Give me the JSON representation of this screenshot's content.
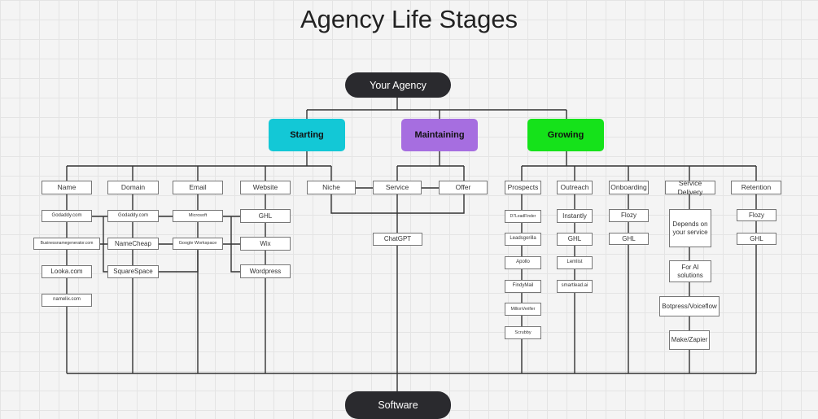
{
  "title": "Agency Life Stages",
  "root": "Your Agency",
  "bottom": "Software",
  "stages": {
    "starting": {
      "label": "Starting",
      "color": "#13c8d6"
    },
    "maintaining": {
      "label": "Maintaining",
      "color": "#a66ee0"
    },
    "growing": {
      "label": "Growing",
      "color": "#15e21a"
    }
  },
  "nodes": {
    "name": "Name",
    "name_1": "Godaddy.com",
    "name_2": "Businessnamegenerator.com",
    "name_3": "Looka.com",
    "name_4": "namelix.com",
    "domain": "Domain",
    "domain_1": "Godaddy.com",
    "domain_2": "NameCheap",
    "domain_3": "SquareSpace",
    "email": "Email",
    "email_1": "Microsoft",
    "email_2": "Google Workspace",
    "website": "Website",
    "website_1": "GHL",
    "website_2": "Wix",
    "website_3": "Wordpress",
    "niche": "Niche",
    "service": "Service",
    "service_1": "ChatGPT",
    "offer": "Offer",
    "prospects": "Prospects",
    "prospects_1": "D7LeadFinder",
    "prospects_2": "Leadsgorilla",
    "prospects_3": "Apollo",
    "prospects_4": "FindyMail",
    "prospects_5": "MillionVerifier",
    "prospects_6": "Scrubby",
    "outreach": "Outreach",
    "outreach_1": "Instantly",
    "outreach_2": "GHL",
    "outreach_3": "Lemlist",
    "outreach_4": "smartlead.ai",
    "onboarding": "Onboarding",
    "onboarding_1": "Flozy",
    "onboarding_2": "GHL",
    "delivery": "Service Delivery",
    "delivery_1": "Depends on your service",
    "delivery_2": "For AI solutions",
    "delivery_3": "Botpress/Voiceflow",
    "delivery_4": "Make/Zapier",
    "retention": "Retention",
    "retention_1": "Flozy",
    "retention_2": "GHL"
  }
}
